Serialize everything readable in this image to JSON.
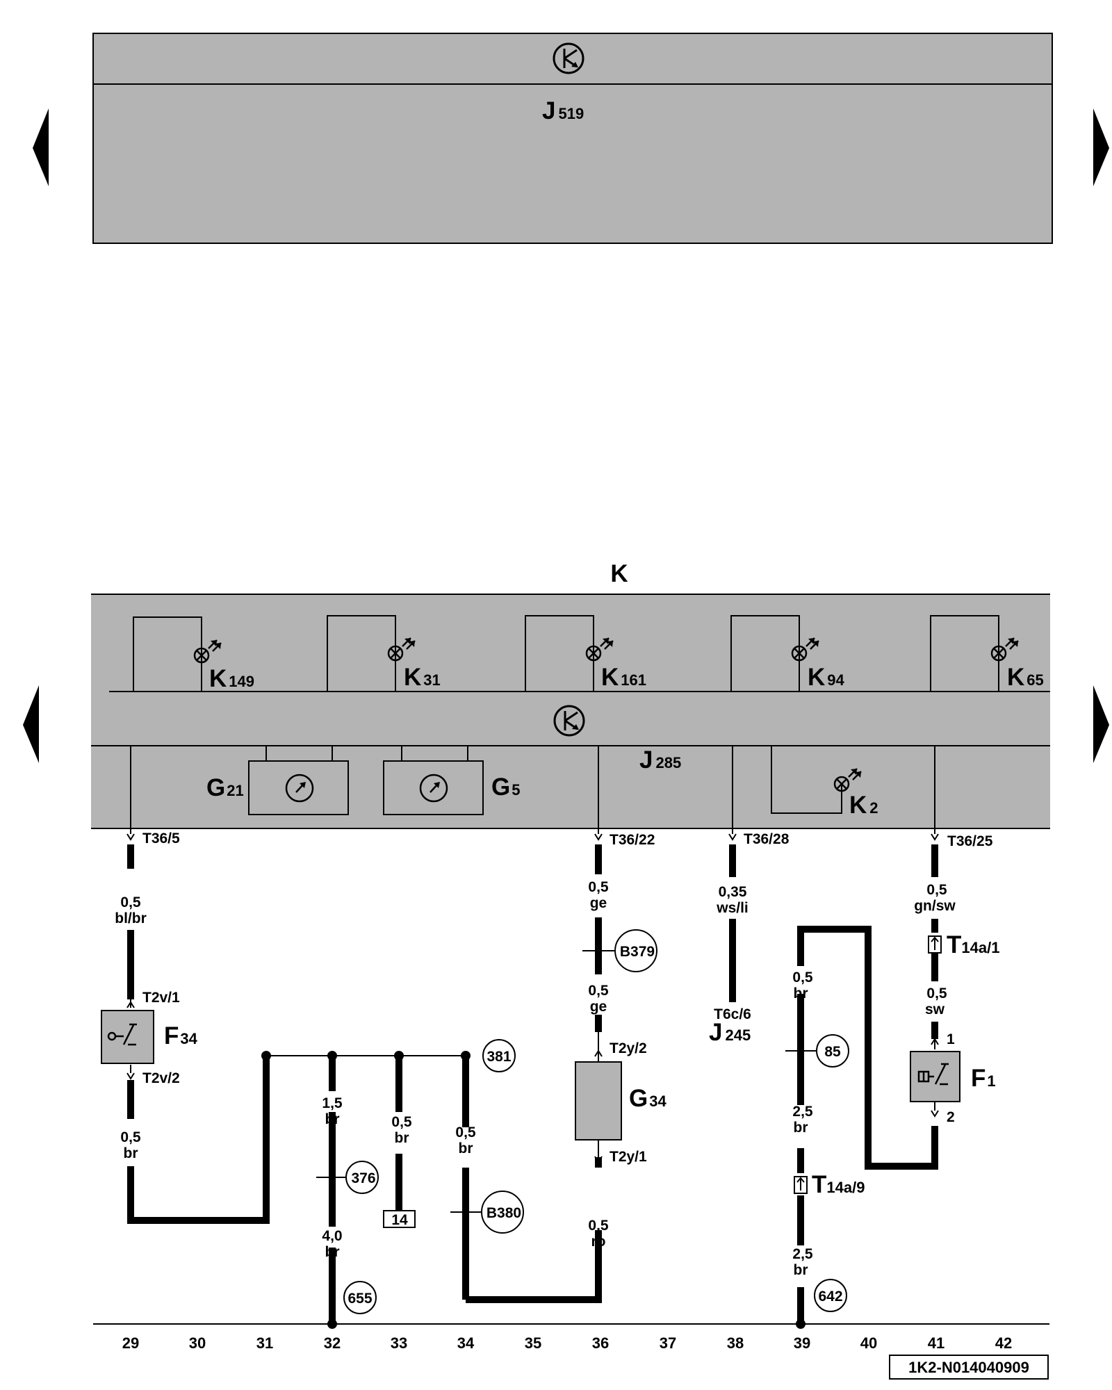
{
  "diagram": {
    "top_module": {
      "letter": "J",
      "number": "519"
    },
    "cluster": {
      "title": "K",
      "controller": {
        "letter": "J",
        "number": "285"
      },
      "lamps": [
        {
          "letter": "K",
          "number": "149"
        },
        {
          "letter": "K",
          "number": "31"
        },
        {
          "letter": "K",
          "number": "161"
        },
        {
          "letter": "K",
          "number": "94"
        },
        {
          "letter": "K",
          "number": "65"
        }
      ],
      "lamp_k2": {
        "letter": "K",
        "number": "2"
      },
      "gauges": [
        {
          "letter": "G",
          "number": "21"
        },
        {
          "letter": "G",
          "number": "5"
        }
      ]
    },
    "pins": {
      "t36_5": "T36/5",
      "t36_22": "T36/22",
      "t36_28": "T36/28",
      "t36_25": "T36/25",
      "t2v_1": "T2v/1",
      "t2v_2": "T2v/2",
      "t2y_2": "T2y/2",
      "t2y_1": "T2y/1",
      "t6c_6": "T6c/6",
      "f1_pin1": "1",
      "f1_pin2": "2"
    },
    "connectors": {
      "t14a_1": {
        "letter": "T",
        "sub": "14a/1"
      },
      "t14a_9": {
        "letter": "T",
        "sub": "14a/9"
      }
    },
    "components": {
      "f34": {
        "letter": "F",
        "number": "34"
      },
      "g34": {
        "letter": "G",
        "number": "34"
      },
      "f1": {
        "letter": "F",
        "number": "1"
      },
      "j245": {
        "letter": "J",
        "number": "245"
      }
    },
    "wires": {
      "w29a": {
        "size": "0,5",
        "color": "bl/br"
      },
      "w29b": {
        "size": "0,5",
        "color": "br"
      },
      "w32a": {
        "size": "1,5",
        "color": "br"
      },
      "w32b": {
        "size": "4,0",
        "color": "br"
      },
      "w33": {
        "size": "0,5",
        "color": "br"
      },
      "w34": {
        "size": "0,5",
        "color": "br"
      },
      "w36a": {
        "size": "0,5",
        "color": "ge"
      },
      "w36b": {
        "size": "0,5",
        "color": "ge"
      },
      "w36c": {
        "size": "0,5",
        "color": "ro"
      },
      "w38": {
        "size": "0,35",
        "color": "ws/li"
      },
      "w39a": {
        "size": "0,5",
        "color": "br"
      },
      "w39b": {
        "size": "2,5",
        "color": "br"
      },
      "w39c": {
        "size": "2,5",
        "color": "br"
      },
      "w41a": {
        "size": "0,5",
        "color": "gn/sw"
      },
      "w41b": {
        "size": "0,5",
        "color": "sw"
      }
    },
    "ground_points": {
      "g381": "381",
      "g376": "376",
      "g655": "655",
      "gb380": "B380",
      "gb379": "B379",
      "g85": "85",
      "g642": "642",
      "box14": "14"
    },
    "columns": [
      "29",
      "30",
      "31",
      "32",
      "33",
      "34",
      "35",
      "36",
      "37",
      "38",
      "39",
      "40",
      "41",
      "42"
    ],
    "diagram_code": "1K2-N014040909"
  }
}
